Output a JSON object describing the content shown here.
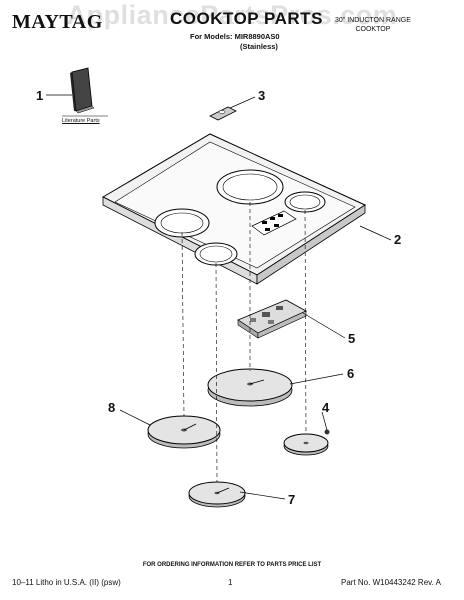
{
  "header": {
    "brand": "MAYTAG",
    "title": "COOKTOP PARTS",
    "models_line": "For Models: MIR8890AS0",
    "finish": "(Stainless)",
    "product_type_line1": "30\" INDUCTON RANGE",
    "product_type_line2": "COOKTOP"
  },
  "watermark": "AppliancePartsPros.com",
  "literature_label": "Literature Parts",
  "callouts": {
    "c1": "1",
    "c2": "2",
    "c3": "3",
    "c4": "4",
    "c5": "5",
    "c6": "6",
    "c7": "7",
    "c8": "8"
  },
  "footer": {
    "order_note": "FOR ORDERING INFORMATION REFER TO PARTS PRICE LIST",
    "left": "10–11 Litho in U.S.A. (II) (psw)",
    "page": "1",
    "right": "Part No. W10443242 Rev. A"
  }
}
